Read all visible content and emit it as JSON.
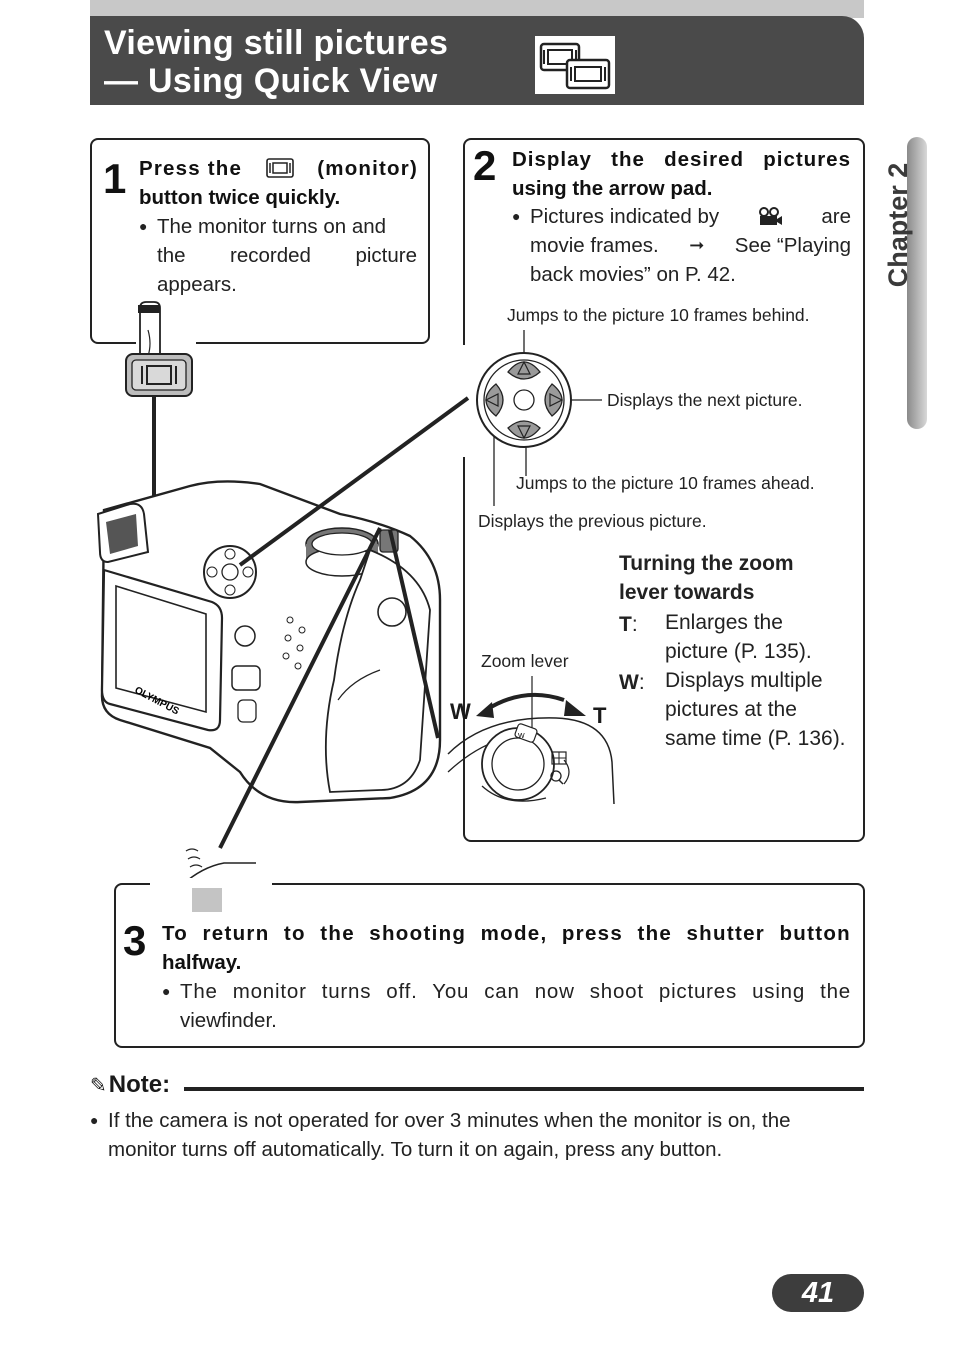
{
  "header": {
    "title_line1": "Viewing still pictures",
    "title_line2": "— Using Quick View",
    "icon": "quick-view-monitor-icon",
    "bg_color": "#4a4a4a"
  },
  "chapter": {
    "label": "Chapter 2"
  },
  "step1": {
    "number": "1",
    "head_part1": "Press the",
    "head_part2": "(monitor)",
    "head_line2": "button twice quickly.",
    "bullet_line1": "The monitor turns on and",
    "bullet_line2": "the recorded picture",
    "bullet_line3": "appears.",
    "icon": "monitor-button-icon"
  },
  "step2": {
    "number": "2",
    "head_line1": "Display the desired pictures",
    "head_line2": "using the arrow pad.",
    "bullet_line1_a": "Pictures indicated by",
    "bullet_line1_b": "are",
    "bullet_line2_a": "movie frames.",
    "bullet_line2_b": "See “Playing",
    "bullet_line3": "back movies” on P. 42.",
    "label_up": "Jumps to the picture 10 frames behind.",
    "label_right": "Displays the next picture.",
    "label_down": "Jumps to the picture 10 frames ahead.",
    "label_left": "Displays the previous picture."
  },
  "zoom": {
    "heading_line1": "Turning the zoom",
    "heading_line2": "lever towards",
    "t_key": "T",
    "t_line1": "Enlarges the",
    "t_line2": "picture (P. 135).",
    "w_key": "W",
    "w_line1": "Displays multiple",
    "w_line2": "pictures at the",
    "w_line3": "same time (P. 136).",
    "lever_label": "Zoom lever",
    "arrow_w": "W",
    "arrow_t": "T"
  },
  "camera": {
    "brand": "OLYMPUS"
  },
  "step3": {
    "number": "3",
    "head_line1": "To return to the shooting mode, press the shutter button",
    "head_line2": "halfway.",
    "bullet_line1": "The monitor turns off. You can now shoot pictures using the",
    "bullet_line2": "viewfinder."
  },
  "note": {
    "label": "Note:",
    "line1": "If the camera is not operated for over 3 minutes when the monitor is on, the",
    "line2": "monitor turns off automatically. To turn it on again, press any button."
  },
  "page": {
    "number": "41"
  }
}
